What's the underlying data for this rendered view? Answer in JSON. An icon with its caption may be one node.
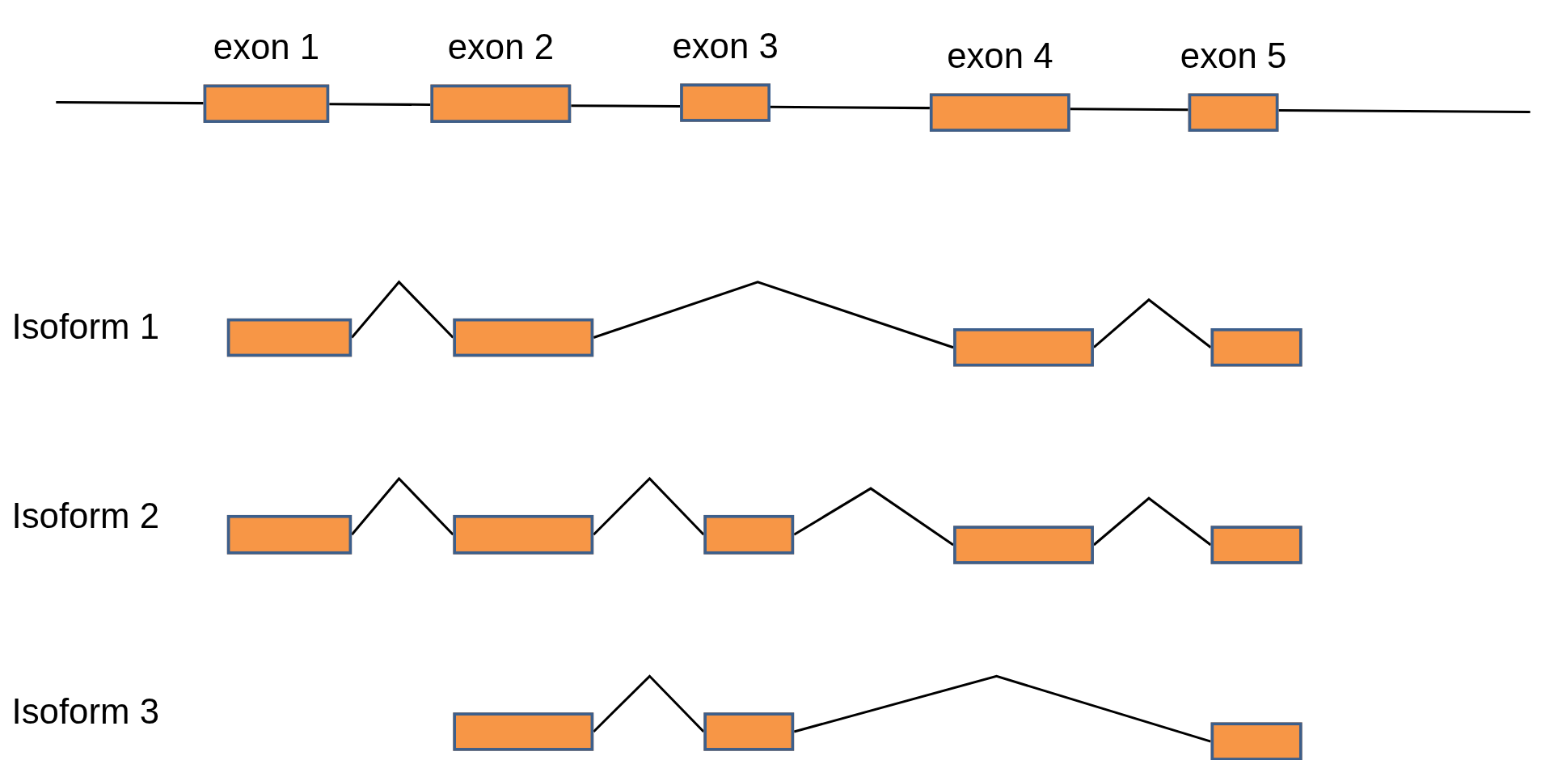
{
  "diagram": {
    "nodes": [
      {
        "text": [
          "exon 1"
        ]
      },
      {
        "text": [
          "exon 2"
        ]
      },
      {
        "text": [
          "exon 3"
        ]
      },
      {
        "text": [
          "exon 4"
        ]
      },
      {
        "text": [
          "exon 5"
        ]
      },
      {
        "text": [],
        "shape": "box"
      },
      {
        "text": [],
        "shape": "box"
      },
      {
        "text": [],
        "shape": "box"
      },
      {
        "text": [],
        "shape": "box"
      },
      {
        "text": [],
        "shape": "box"
      },
      {
        "text": [],
        "shape": "box"
      },
      {
        "text": [],
        "shape": "box"
      },
      {
        "text": [],
        "shape": "box"
      },
      {
        "text": [],
        "shape": "box"
      },
      {
        "text": [],
        "shape": "box"
      },
      {
        "text": [],
        "shape": "box"
      },
      {
        "text": [],
        "shape": "box"
      }
    ],
    "edges": [
      {
        "from": null,
        "to": 0,
        "arrow": "none"
      },
      {
        "from": 0,
        "to": 1,
        "arrow": "none"
      },
      {
        "from": 1,
        "to": 2,
        "arrow": "none"
      },
      {
        "from": 2,
        "to": 3,
        "arrow": "none"
      },
      {
        "from": 3,
        "to": 4,
        "arrow": "none"
      },
      {
        "from": 4,
        "to": null,
        "arrow": "none"
      },
      {
        "from": 5,
        "to": 6,
        "arrow": "none"
      },
      {
        "from": 6,
        "to": 7,
        "arrow": "none"
      },
      {
        "from": 7,
        "to": 8,
        "arrow": "none"
      },
      {
        "from": 9,
        "to": 10,
        "arrow": "none"
      },
      {
        "from": 10,
        "to": 11,
        "arrow": "none"
      },
      {
        "from": 11,
        "to": 12,
        "arrow": "none"
      },
      {
        "from": 12,
        "to": 13,
        "arrow": "none"
      },
      {
        "from": 14,
        "to": 15,
        "arrow": "none"
      },
      {
        "from": 15,
        "to": 16,
        "arrow": "none"
      }
    ],
    "labels": [
      "Isoform 1",
      "Isoform 2",
      "Isoform 3"
    ]
  }
}
